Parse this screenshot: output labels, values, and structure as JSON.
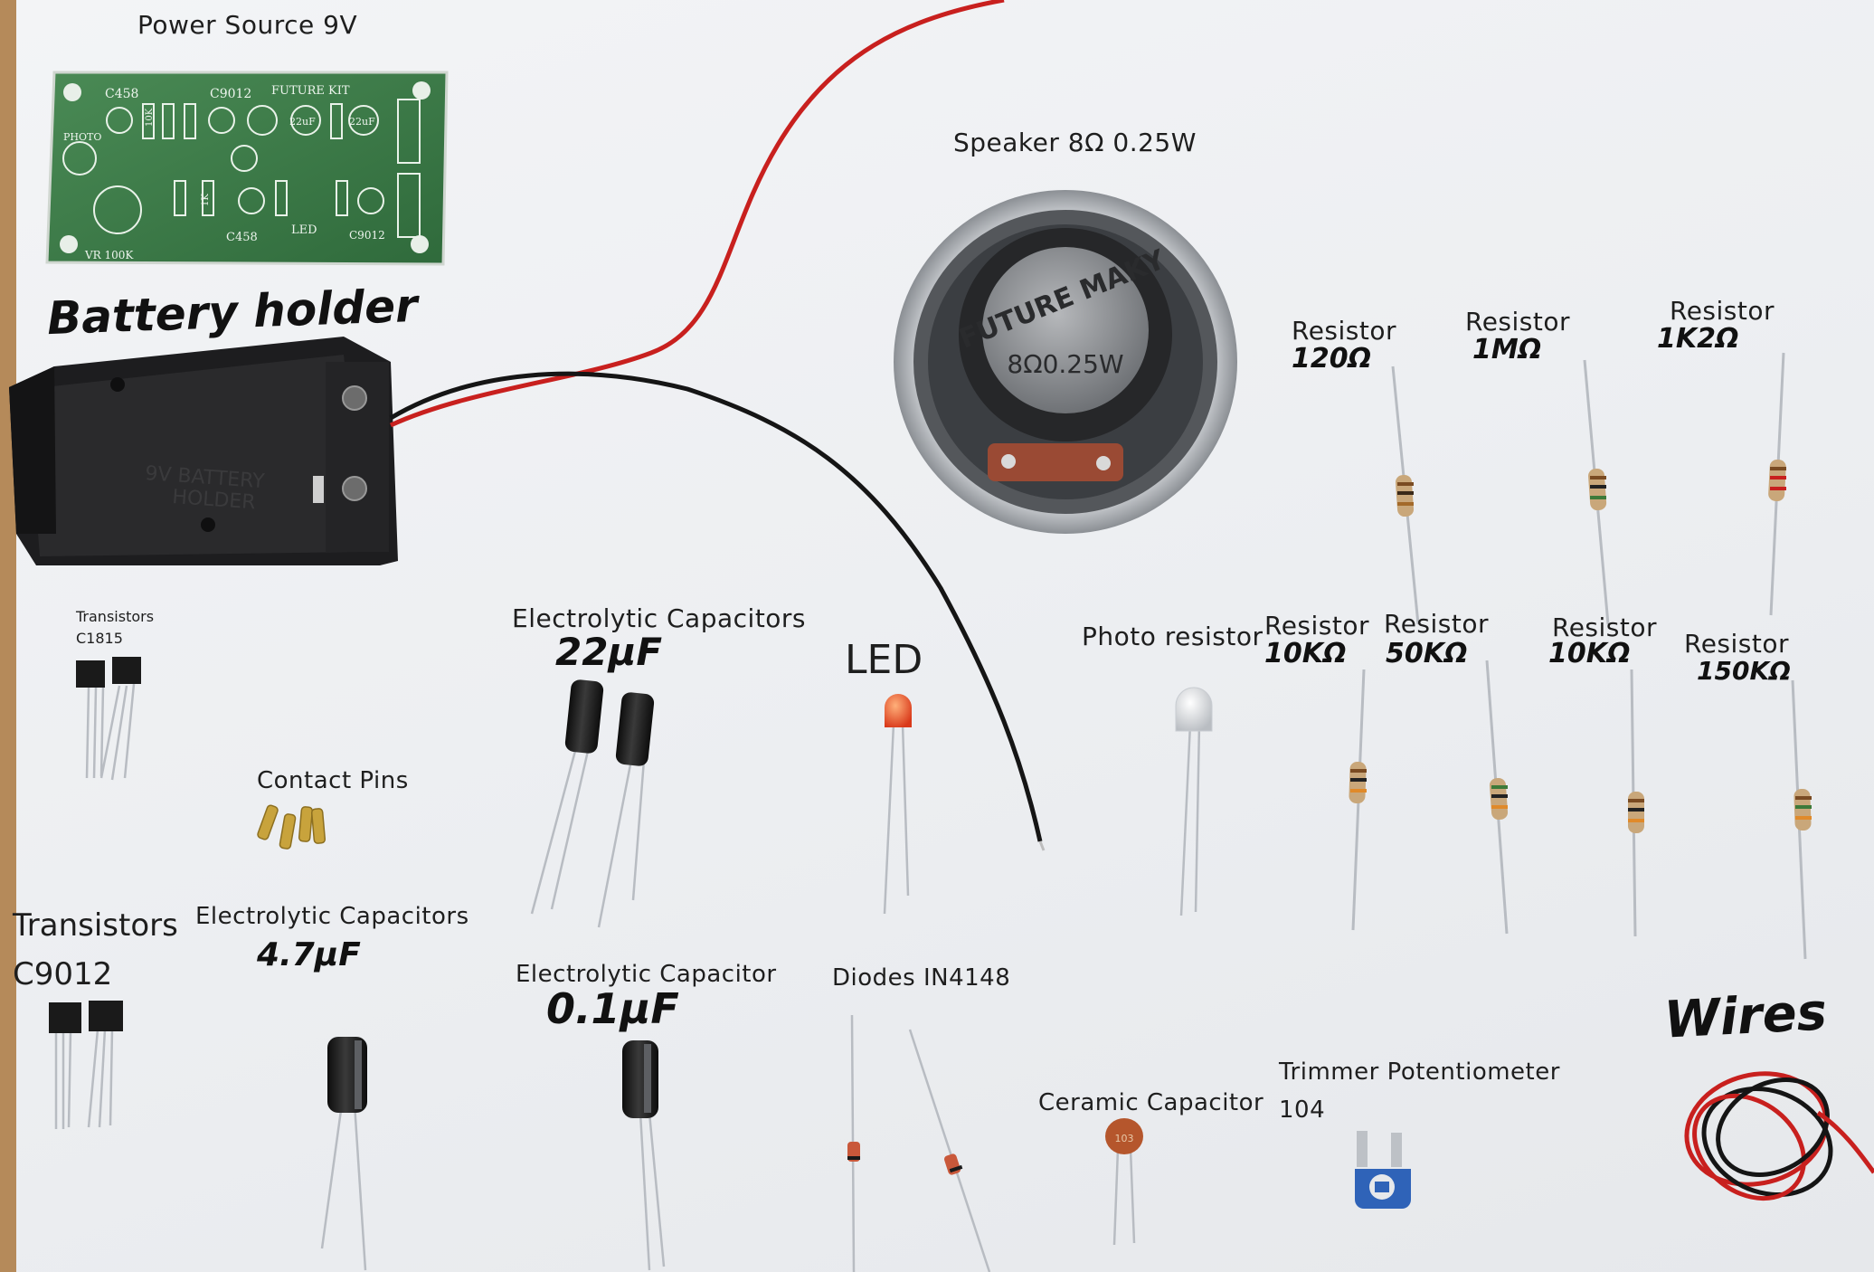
{
  "board": {
    "title": "Power Source 9V",
    "pcb": {
      "silkscreen": [
        "C458",
        "C9012",
        "FUTURE KIT",
        "PHOTO",
        "VR 100K",
        "C458",
        "LED",
        "C9012",
        "22uF",
        "22uF",
        "10K",
        "1K"
      ]
    },
    "battery_holder": {
      "label": "Battery holder",
      "embossed": [
        "9V BATTERY",
        "HOLDER"
      ]
    },
    "speaker": {
      "label": "Speaker 8Ω 0.25W",
      "magnet_text": [
        "FUTURE MAKY",
        "8Ω0.25W"
      ]
    },
    "resistors_top": [
      {
        "label": "Resistor",
        "value": "120Ω"
      },
      {
        "label": "Resistor",
        "value": "1MΩ"
      },
      {
        "label": "Resistor",
        "value": "1K2Ω"
      }
    ],
    "resistors_mid": [
      {
        "label": "Resistor",
        "value": "10KΩ"
      },
      {
        "label": "Resistor",
        "value": "50KΩ"
      },
      {
        "label": "Resistor",
        "value": "10KΩ"
      },
      {
        "label": "Resistor",
        "value": "150KΩ"
      }
    ],
    "transistors_small": {
      "label": "Transistors",
      "part": "C1815"
    },
    "contact_pins": "Contact Pins",
    "elec_caps_22": {
      "label": "Electrolytic Capacitors",
      "value": "22µF"
    },
    "led": "LED",
    "photo_resistor": "Photo resistor",
    "transistors_large": {
      "label": "Transistors",
      "part": "C9012"
    },
    "elec_caps_47": {
      "label": "Electrolytic Capacitors",
      "value": "4.7µF"
    },
    "elec_cap_01": {
      "label": "Electrolytic Capacitor",
      "value": "0.1µF"
    },
    "diodes": "Diodes IN4148",
    "ceramic_cap": {
      "label": "Ceramic Capacitor",
      "marking": "103"
    },
    "trimmer": {
      "label": "Trimmer Potentiometer",
      "value": "104"
    },
    "wires": "Wires"
  },
  "colors": {
    "paper": "#eceef1",
    "pcb": "#3e7a4a",
    "wire_red": "#c8201e",
    "wire_black": "#151515",
    "led_red": "#e34a1e",
    "resistor_body": "#c9a77a",
    "capacitor": "#1a1a1a",
    "ceramic": "#b5562c",
    "trimmer": "#2f63b8"
  },
  "icons": [
    "pcb-board",
    "battery-holder",
    "speaker",
    "resistor",
    "transistor",
    "electrolytic-capacitor",
    "led",
    "photo-resistor",
    "diode",
    "ceramic-capacitor",
    "trimmer-potentiometer",
    "wire-coil",
    "contact-pin"
  ]
}
